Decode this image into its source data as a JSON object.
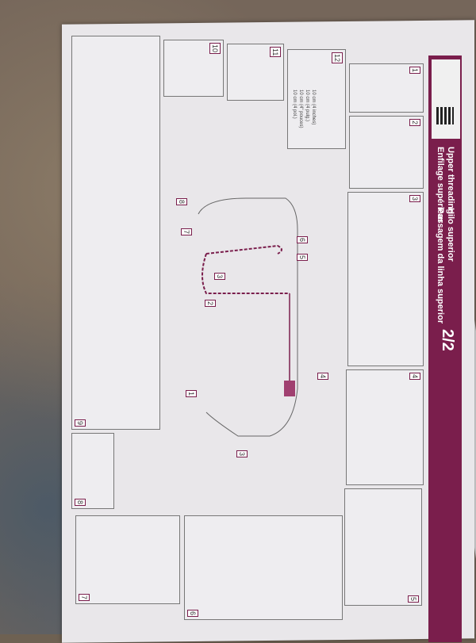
{
  "header": {
    "title_en": "Upper threading",
    "title_fr": "Enfilage supérieur",
    "title_es": "Hilo superior",
    "title_pt": "Passagem da linha superior",
    "page": "2/2"
  },
  "panels": [
    "1",
    "2",
    "3",
    "4",
    "5",
    "6",
    "7",
    "8",
    "9",
    "10",
    "11",
    "12"
  ],
  "panel12_note": [
    "10 cm (4 inches)",
    "10 cm (4 pulg.)",
    "10 cm (4\" pouces)",
    "10 cm (4 pol.)"
  ],
  "diagram_labels": [
    "1",
    "2",
    "3",
    "3",
    "4",
    "5",
    "6",
    "7",
    "8"
  ],
  "colors": {
    "accent": "#7a1e4c",
    "paper": "#e9e7ea"
  }
}
